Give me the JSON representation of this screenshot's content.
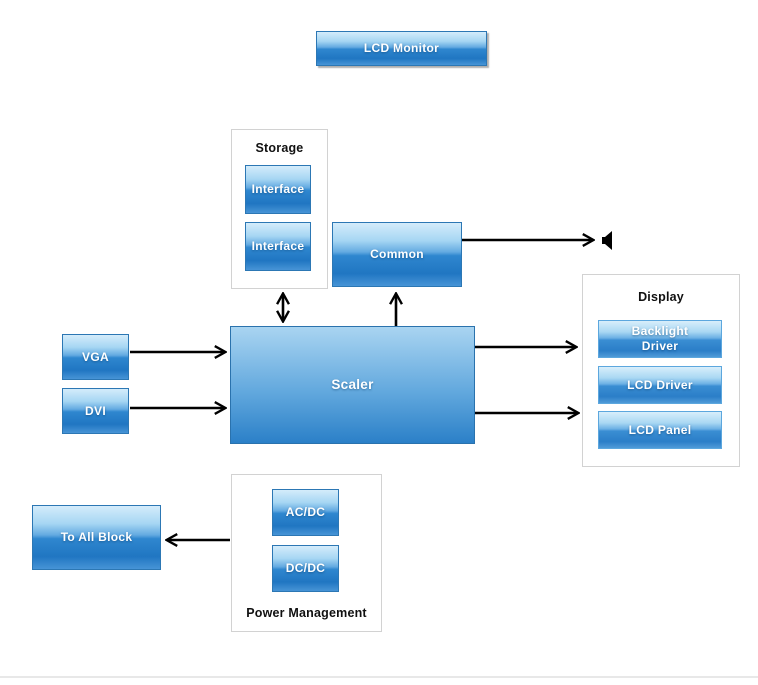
{
  "page": {
    "background": "#ffffff"
  },
  "diagram": {
    "root_block": {
      "label": "LCD Monitor"
    },
    "groups": {
      "storage": {
        "title": "Storage"
      },
      "display": {
        "title": "Display"
      },
      "power": {
        "title": "Power Management"
      }
    },
    "blocks": {
      "interface1": "Interface",
      "interface2": "Interface",
      "common": "Common",
      "vga": "VGA",
      "dvi": "DVI",
      "scaler": "Scaler",
      "backlight_driver": "Backlight Driver",
      "lcd_driver": "LCD Driver",
      "lcd_panel": "LCD Panel",
      "to_all_block": "To All Block",
      "acdc": "AC/DC",
      "dcdc": "DC/DC"
    },
    "icons": {
      "speaker": "speaker-icon"
    },
    "connections": [
      "VGA -> Scaler",
      "DVI -> Scaler",
      "Storage <-> Scaler",
      "Scaler -> Common",
      "Common -> speaker",
      "Scaler -> Display (Backlight Driver)",
      "Scaler -> Display (LCD Panel)",
      "Power Management -> To All Block"
    ],
    "colors": {
      "block_border": "#2c77b4",
      "display_block_border": "#5ca7de",
      "block_gradient_top": "#d4ecfb",
      "block_gradient_bottom": "#2076c2",
      "group_border": "#d2d2d2",
      "arrow": "#000000",
      "footer_line": "#e8e8e8",
      "label_text": "#ffffff",
      "title_text": "#111111"
    }
  }
}
